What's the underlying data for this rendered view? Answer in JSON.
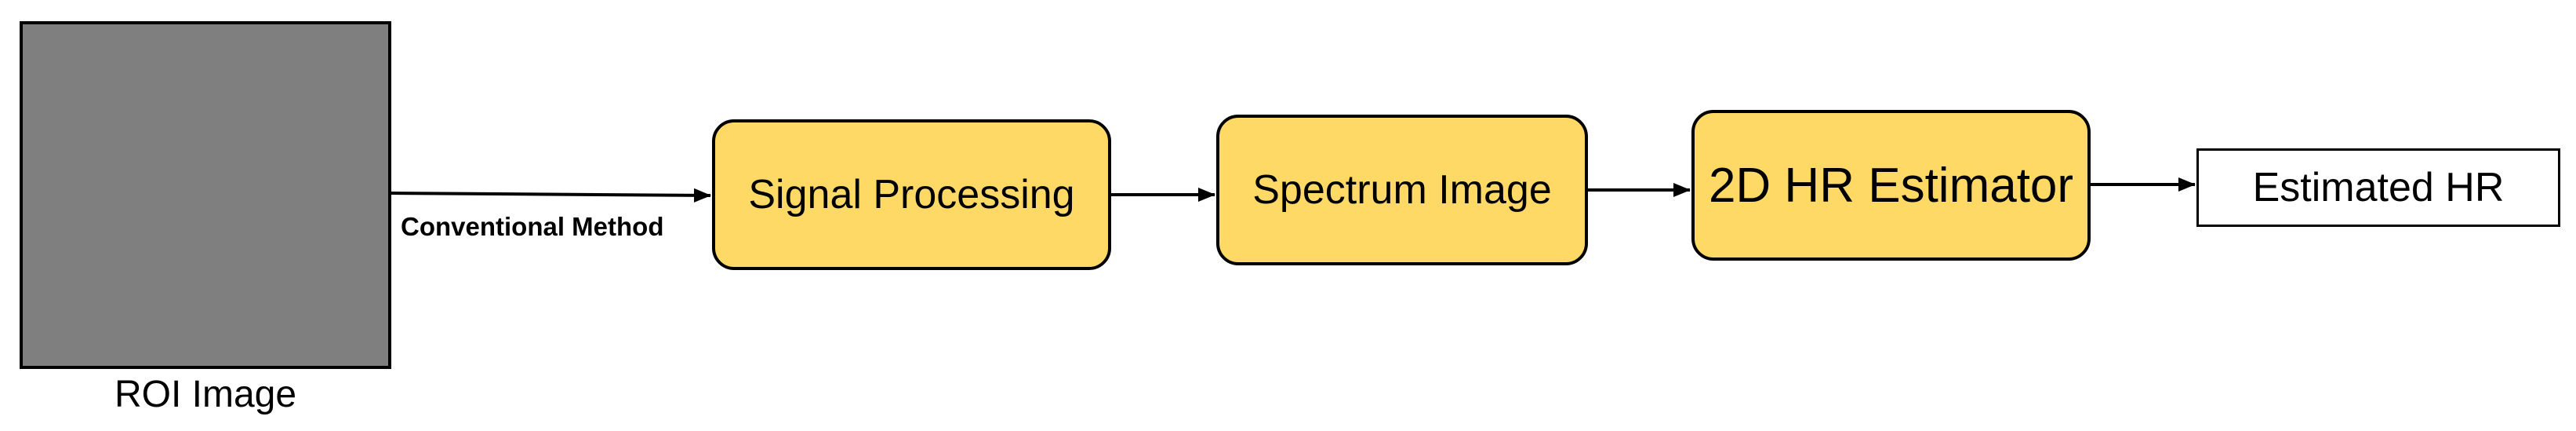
{
  "diagram": {
    "input": {
      "label": "ROI Image"
    },
    "edge_label": "Conventional Method",
    "blocks": [
      {
        "label": "Signal Processing"
      },
      {
        "label": "Spectrum Image"
      },
      {
        "label": "2D HR Estimator"
      }
    ],
    "output": {
      "label": "Estimated HR"
    }
  },
  "colors": {
    "block_fill": "#ffd966",
    "roi_fill": "#7f7f7f",
    "stroke": "#000000"
  }
}
